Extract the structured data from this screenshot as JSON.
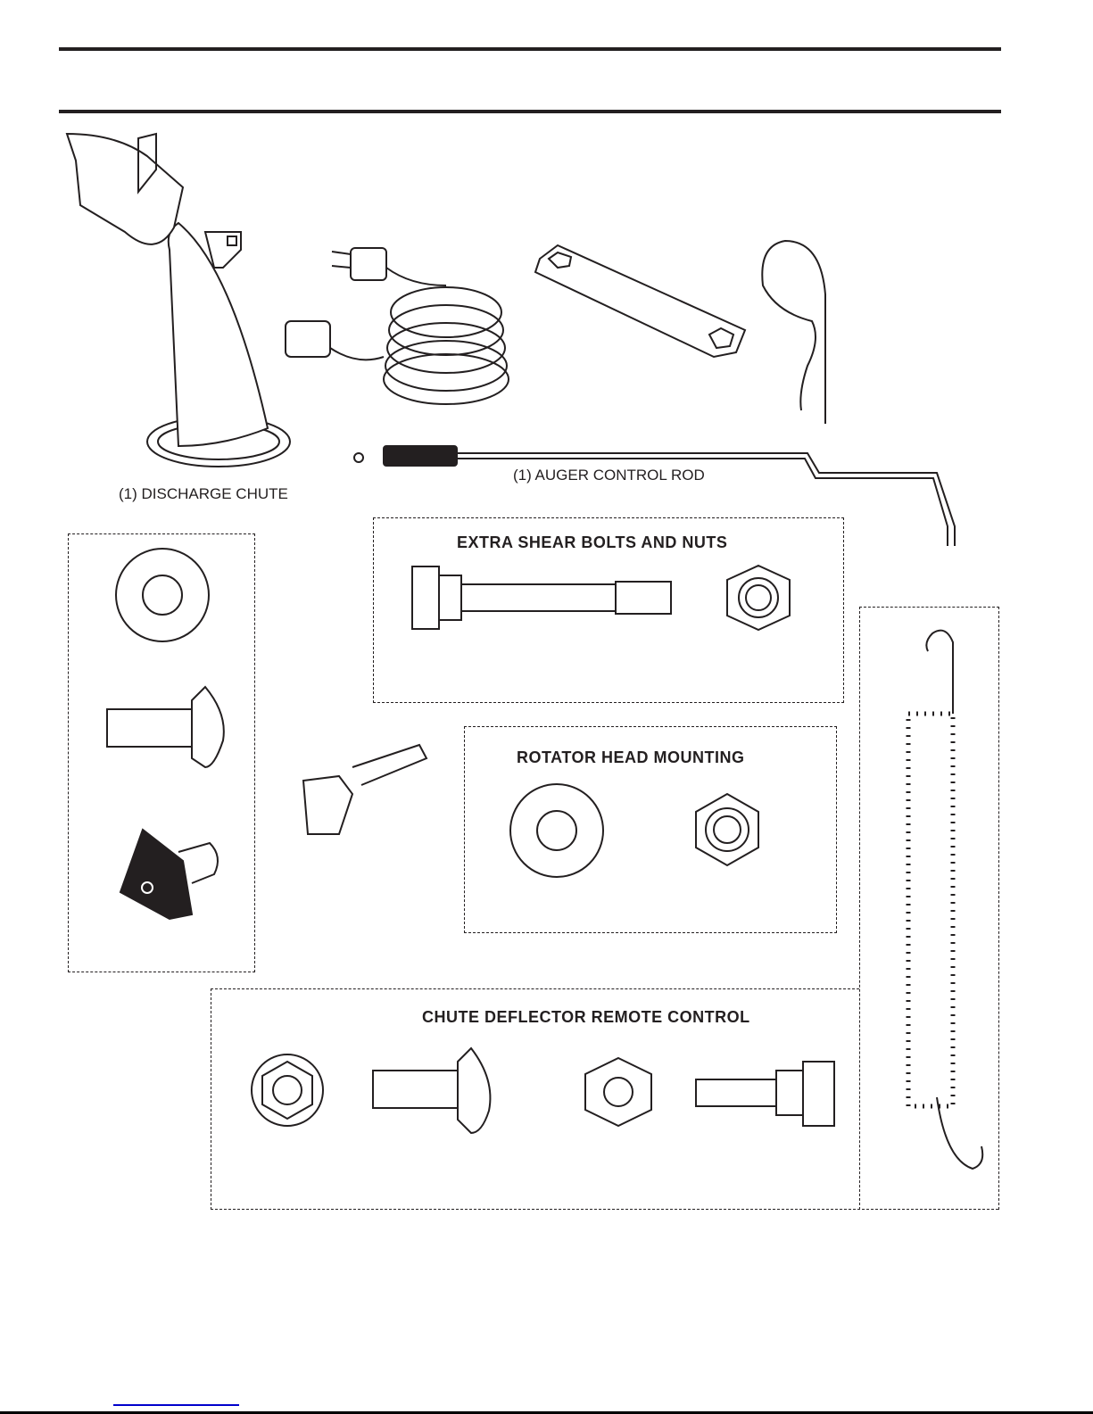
{
  "labels": {
    "discharge_chute": "(1) DISCHARGE CHUTE",
    "auger_control_rod": "(1) AUGER CONTROL ROD"
  },
  "groups": {
    "shear_bolts": "EXTRA SHEAR BOLTS AND NUTS",
    "rotator_head": "ROTATOR HEAD MOUNTING",
    "chute_deflector": "CHUTE DEFLECTOR REMOTE CONTROL"
  }
}
